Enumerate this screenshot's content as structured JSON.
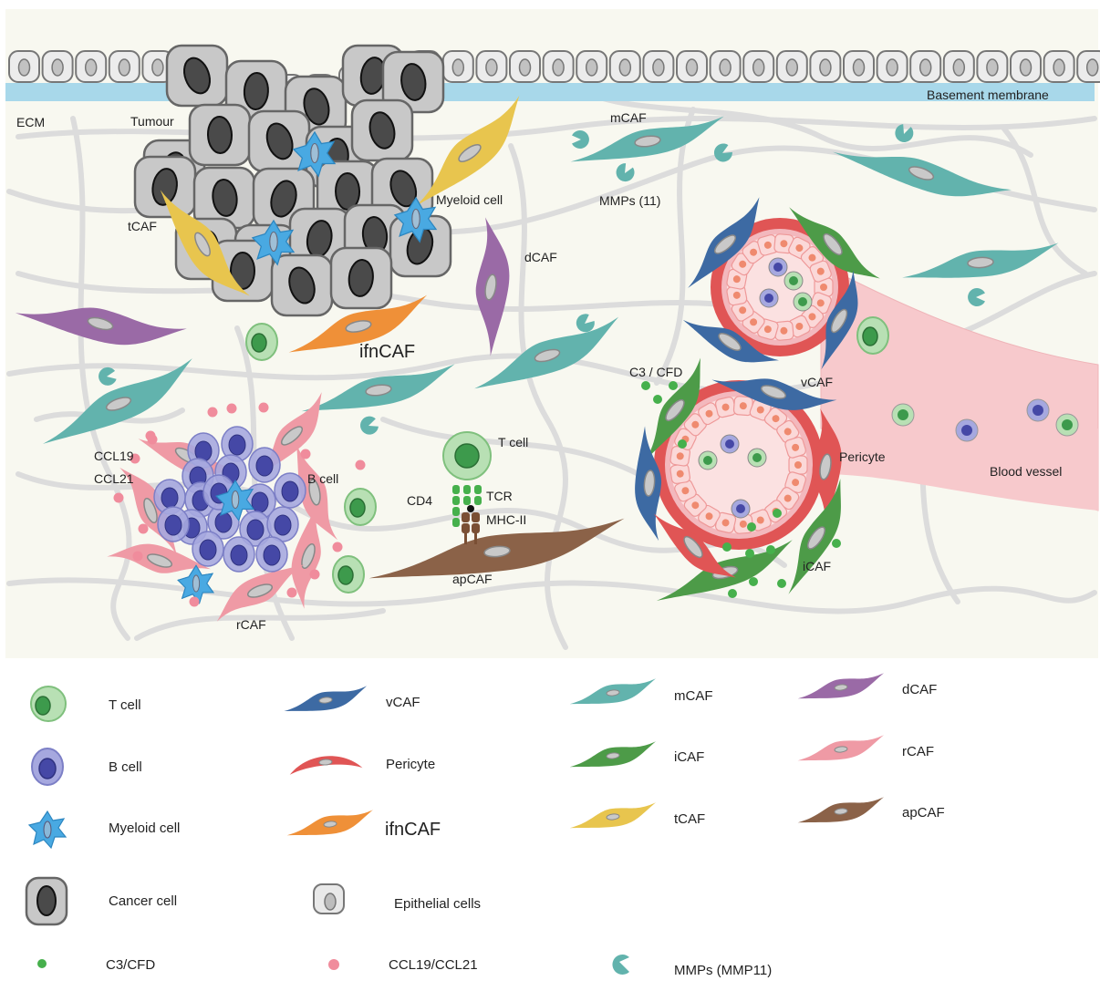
{
  "scene": {
    "labels": {
      "basement_membrane": "Basement membrane",
      "ecm": "ECM",
      "tumour": "Tumour",
      "tcaf": "tCAF",
      "myeloid": "Myeloid cell",
      "mcaf": "mCAF",
      "mmps": "MMPs (11)",
      "dcaf": "dCAF",
      "ifncaf": "ifnCAF",
      "c3cfd": "C3 / CFD",
      "vcaf": "vCAF",
      "pericyte": "Pericyte",
      "blood_vessel": "Blood vessel",
      "icaf": "iCAF",
      "tcell": "T cell",
      "cd4": "CD4",
      "tcr": "TCR",
      "mhc": "MHC-II",
      "apcaf": "apCAF",
      "ccl19": "CCL19",
      "ccl21": "CCL21",
      "bcell": "B cell",
      "rcaf": "rCAF"
    }
  },
  "legend": {
    "t_cell": "T cell",
    "b_cell": "B cell",
    "myeloid": "Myeloid cell",
    "cancer": "Cancer cell",
    "vcaf": "vCAF",
    "pericyte": "Pericyte",
    "ifncaf": "ifnCAF",
    "epithelial": "Epithelial cells",
    "mcaf": "mCAF",
    "icaf": "iCAF",
    "tcaf": "tCAF",
    "dcaf": "dCAF",
    "rcaf": "rCAF",
    "apcaf": "apCAF",
    "c3cfd": "C3/CFD",
    "ccl": "CCL19/CCL21",
    "mmps": "MMPs (MMP11)"
  },
  "colors": {
    "background": "#f8f8f0",
    "basement_membrane": "#a8d8ea",
    "fibers": "#dcdcdc",
    "vcaf": "#3d6aa3",
    "pericyte": "#e05555",
    "ifncaf": "#ef9038",
    "mcaf": "#62b3ad",
    "icaf": "#4d9b48",
    "tcaf": "#e8c54e",
    "dcaf": "#9a6aa6",
    "rcaf": "#ef9aa5",
    "apcaf": "#8b6248",
    "t_cell": "#5ab36a",
    "b_cell": "#5b5fb8",
    "myeloid": "#49a9e2",
    "cancer": "#c8c8c8",
    "blood_vessel": "#f7c9cc"
  }
}
